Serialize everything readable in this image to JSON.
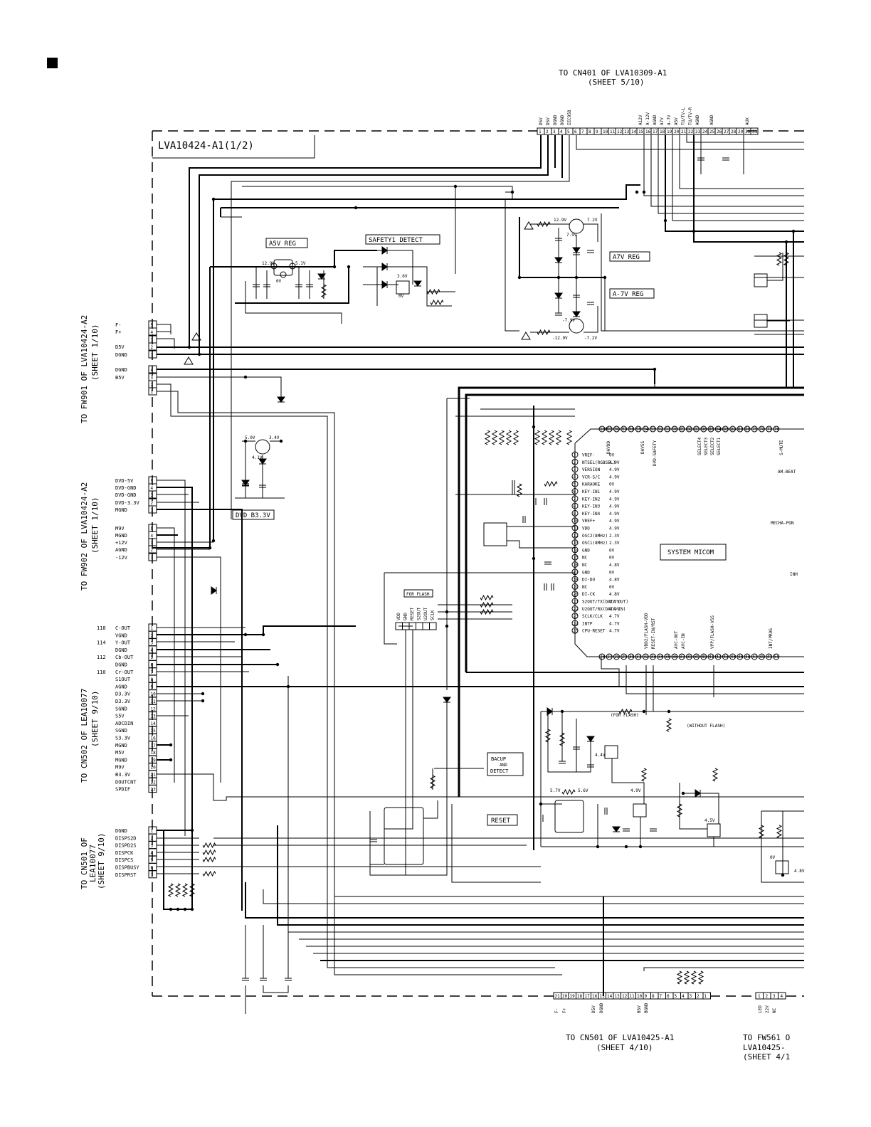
{
  "board_title": "LVA10424-A1(1/2)",
  "top_connector": {
    "line1": "TO CN401 OF LVA10309-A1",
    "line2": "(SHEET 5/10)",
    "pins": [
      "1",
      "2",
      "3",
      "4",
      "5",
      "6",
      "7",
      "8",
      "9",
      "10",
      "11",
      "12",
      "13",
      "14",
      "15",
      "16",
      "17",
      "18",
      "19",
      "20",
      "21",
      "22",
      "23",
      "24",
      "25",
      "26",
      "27",
      "28",
      "29",
      "30",
      "31"
    ],
    "labels": [
      "D5V",
      "D5V",
      "DGND",
      "DGND",
      "IEC958",
      "A12V",
      "A-12V",
      "AGND",
      "A7V",
      "A-7V",
      "A5V",
      "TU/TV-L",
      "TU/TV-R",
      "AGND",
      "AGND",
      "AUX"
    ]
  },
  "bottom_connector": {
    "line1": "TO CN501 OF LVA10425-A1",
    "line2": "(SHEET 4/10)",
    "pins": [
      "21",
      "20",
      "19",
      "18",
      "17",
      "16",
      "15",
      "14",
      "13",
      "12",
      "11",
      "10",
      "9",
      "8",
      "7",
      "6",
      "5",
      "4",
      "3",
      "2",
      "1"
    ],
    "labels": [
      "F-",
      "F+",
      "D5V",
      "DGND",
      "B5V",
      "BGND"
    ]
  },
  "bottom_right_connector": {
    "line1": "TO FW561 O",
    "line2": "LVA10425-",
    "line3": "(SHEET 4/1",
    "pins": [
      "1",
      "2",
      "3",
      "4"
    ],
    "labels": [
      "LED",
      "22V",
      "NC"
    ]
  },
  "left_connectors": [
    {
      "title1": "TO FW901 OF LVA10424-A2",
      "title2": "(SHEET 1/10)",
      "pins": [
        {
          "n": "5",
          "label": "F-"
        },
        {
          "n": "4",
          "label": "F+"
        },
        {
          "n": "3",
          "label": ""
        },
        {
          "n": "2",
          "label": "D5V"
        },
        {
          "n": "1",
          "label": "DGND"
        },
        {
          "n": "4",
          "label": "DGND"
        },
        {
          "n": "3",
          "label": "B5V"
        },
        {
          "n": "2",
          "label": ""
        },
        {
          "n": "1",
          "label": ""
        }
      ]
    },
    {
      "title1": "TO FW902 OF LVA10424-A2",
      "title2": "(SHEET 1/10)",
      "pins": [
        {
          "n": "5",
          "label": "DVD-5V"
        },
        {
          "n": "4",
          "label": "DVD-GND"
        },
        {
          "n": "3",
          "label": "DVD-GND"
        },
        {
          "n": "2",
          "label": "DVD-3.3V"
        },
        {
          "n": "1",
          "label": "MGND"
        },
        {
          "n": "5",
          "label": "M9V"
        },
        {
          "n": "4",
          "label": "MGND"
        },
        {
          "n": "3",
          "label": "+12V"
        },
        {
          "n": "2",
          "label": "AGND"
        },
        {
          "n": "1",
          "label": "-12V"
        }
      ]
    },
    {
      "title1": "TO CN502 OF LEA10077",
      "title2": "(SHEET 9/10)",
      "pins": [
        {
          "n": "1",
          "label": "C-OUT",
          "ext": "118"
        },
        {
          "n": "2",
          "label": "VGND"
        },
        {
          "n": "3",
          "label": "Y-OUT",
          "ext": "114"
        },
        {
          "n": "4",
          "label": "DGND"
        },
        {
          "n": "5",
          "label": "Cb-OUT",
          "ext": "112"
        },
        {
          "n": "6",
          "label": "DGND"
        },
        {
          "n": "7",
          "label": "Cr-OUT",
          "ext": "110"
        },
        {
          "n": "8",
          "label": "S1OUT"
        },
        {
          "n": "9",
          "label": "AGND"
        },
        {
          "n": "10",
          "label": "D3.3V"
        },
        {
          "n": "11",
          "label": "D3.3V"
        },
        {
          "n": "12",
          "label": "SGND"
        },
        {
          "n": "13",
          "label": "S5V"
        },
        {
          "n": "14",
          "label": "ADCDIN"
        },
        {
          "n": "15",
          "label": "SGND"
        },
        {
          "n": "16",
          "label": "S3.3V"
        },
        {
          "n": "17",
          "label": "MGND"
        },
        {
          "n": "18",
          "label": "M5V"
        },
        {
          "n": "19",
          "label": "MGND"
        },
        {
          "n": "20",
          "label": "M9V"
        },
        {
          "n": "21",
          "label": "B3.3V"
        },
        {
          "n": "22",
          "label": "DOUTCNT"
        },
        {
          "n": "23",
          "label": "SPDIF"
        }
      ]
    },
    {
      "title1": "TO CN501 OF",
      "title2": "LEA10077",
      "title3": "(SHEET 9/10)",
      "pins": [
        {
          "n": "1",
          "label": "DGND"
        },
        {
          "n": "2",
          "label": "DISPS2D"
        },
        {
          "n": "3",
          "label": "DISPD2S"
        },
        {
          "n": "4",
          "label": "DISPCK"
        },
        {
          "n": "5",
          "label": "DISPCS"
        },
        {
          "n": "6",
          "label": "DISPBUSY"
        },
        {
          "n": "7",
          "label": "DISPRST"
        }
      ]
    }
  ],
  "blocks": {
    "a5v_reg": "A5V REG",
    "safety1_detect": "SAFETY1 DETECT",
    "a7v_reg": "A7V REG",
    "a_7v_reg": "A-7V REG",
    "dvd_b33v": "DVD B3.3V",
    "system_micom": "SYSTEM MICOM",
    "backup_line1": "BACUP",
    "backup_line2": "AND",
    "backup_line3": "DETECT",
    "reset": "RESET",
    "for_flash": "FOR FLASH",
    "for_flash2": "(FOR FLASH)",
    "without_flash": "(WITHOUT FLASH)"
  },
  "flash_pins": [
    "VDD",
    "GND",
    "RESET",
    "S2OUT",
    "U2OUT",
    "SCLK"
  ],
  "micom_left_pins": [
    {
      "n": "1",
      "label": "VREF-",
      "v": "0V"
    },
    {
      "n": "2",
      "label": "NTSEL(RGBSEL)",
      "v": "4.9V"
    },
    {
      "n": "3",
      "label": "VERSION",
      "v": "4.9V"
    },
    {
      "n": "4",
      "label": "VCR-S/C",
      "v": "4.9V"
    },
    {
      "n": "5",
      "label": "KARAOKE",
      "v": "0V"
    },
    {
      "n": "6",
      "label": "KEY-IN1",
      "v": "4.9V"
    },
    {
      "n": "7",
      "label": "KEY-IN2",
      "v": "4.9V"
    },
    {
      "n": "8",
      "label": "KEY-IN3",
      "v": "4.9V"
    },
    {
      "n": "9",
      "label": "KEY-IN4",
      "v": "4.9V"
    },
    {
      "n": "10",
      "label": "VREF+",
      "v": "4.9V"
    },
    {
      "n": "11",
      "label": "VDD",
      "v": "4.9V"
    },
    {
      "n": "12",
      "label": "OSC2(8MHz)",
      "v": "2.3V"
    },
    {
      "n": "13",
      "label": "OSC1(8MHz)",
      "v": "2.3V"
    },
    {
      "n": "14",
      "label": "GND",
      "v": "0V"
    },
    {
      "n": "15",
      "label": "NC",
      "v": "0V"
    },
    {
      "n": "16",
      "label": "NC",
      "v": "4.8V"
    },
    {
      "n": "17",
      "label": "GND",
      "v": "0V"
    },
    {
      "n": "18",
      "label": "DI-DO",
      "v": "4.8V"
    },
    {
      "n": "19",
      "label": "NC",
      "v": "0V"
    },
    {
      "n": "20",
      "label": "DI-CK",
      "v": "4.8V"
    },
    {
      "n": "21",
      "label": "S2OUT/TX(DATA OUT)",
      "v": "4.7V"
    },
    {
      "n": "22",
      "label": "U2OUT/RX(DATA IN)",
      "v": "4.9V"
    },
    {
      "n": "23",
      "label": "SCLK/CLK",
      "v": "4.7V"
    },
    {
      "n": "24",
      "label": "INTP",
      "v": "4.7V"
    },
    {
      "n": "25",
      "label": "CPU-RESET",
      "v": "4.7V"
    }
  ],
  "micom_top_pin_numbers": [
    "100",
    "99",
    "98",
    "97",
    "96",
    "95",
    "94",
    "93",
    "92",
    "91",
    "90",
    "89",
    "88",
    "87",
    "86",
    "85",
    "84",
    "83",
    "82",
    "81",
    "80",
    "79",
    "78",
    "77",
    "76"
  ],
  "micom_bottom_pin_numbers": [
    "26",
    "27",
    "28",
    "29",
    "30",
    "31",
    "32",
    "33",
    "34",
    "35",
    "36",
    "37",
    "38",
    "39",
    "40",
    "41",
    "42",
    "43",
    "44",
    "45",
    "46",
    "47",
    "48",
    "49",
    "50"
  ],
  "micom_top_labels": [
    "DAVDD",
    "DAVSS",
    "DVD-SAFETY",
    "SELECT4",
    "SELECT3",
    "SELECT2",
    "SELECT1",
    "S-MUTE"
  ],
  "micom_bottom_labels": [
    "VDD2/FLASH-VDD",
    "RESET-IN/RST",
    "AVC-OUT",
    "AVC-IN",
    "VPP/FLASH-VSS",
    "INT/PROG"
  ],
  "micom_right_labels": [
    "AM-BEAT",
    "MECHA-PON",
    "INH"
  ],
  "voltages": {
    "a5v_in": "12.9V",
    "a5v_out": "5.1V",
    "a5v_gnd": "0V",
    "a7v_in": "12.9V",
    "a7v_out": "7.2V",
    "a7v_mid": "7.9V",
    "am7_in": "-12.9V",
    "am7_out": "-7.2V",
    "am7_mid": "-7.9V",
    "safety_v": "3.6V",
    "safety_0": "0V",
    "dvd_in": "5.0V",
    "dvd_out": "3.4V",
    "dvd_mid": "4.1V",
    "bk1": "5.7V",
    "bk2": "5.6V",
    "bk3": "4.9V",
    "bk4": "4.4V",
    "bk5": "4.5V",
    "bk6": "4.8V",
    "bk7": "0V"
  }
}
